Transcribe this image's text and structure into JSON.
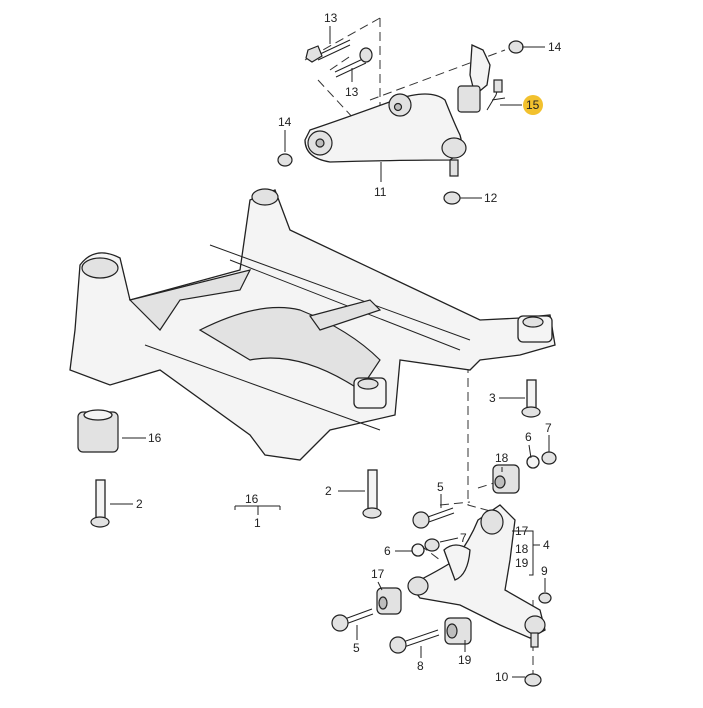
{
  "diagram": {
    "highlight_color": "#F2C12E",
    "callouts": {
      "c13a": "13",
      "c13b": "13",
      "c14a": "14",
      "c14b": "14",
      "c15": "15",
      "c11": "11",
      "c12": "12",
      "c3": "3",
      "c6a": "6",
      "c7a": "7",
      "c18a": "18",
      "c16a": "16",
      "c2a": "2",
      "c16b": "16",
      "c1": "1",
      "c2b": "2",
      "c5a": "5",
      "c17a": "17",
      "c18b": "18",
      "c19a": "19",
      "c4": "4",
      "c6b": "6",
      "c7b": "7",
      "c17b": "17",
      "c9": "9",
      "c5b": "5",
      "c8": "8",
      "c19b": "19",
      "c10": "10"
    }
  }
}
